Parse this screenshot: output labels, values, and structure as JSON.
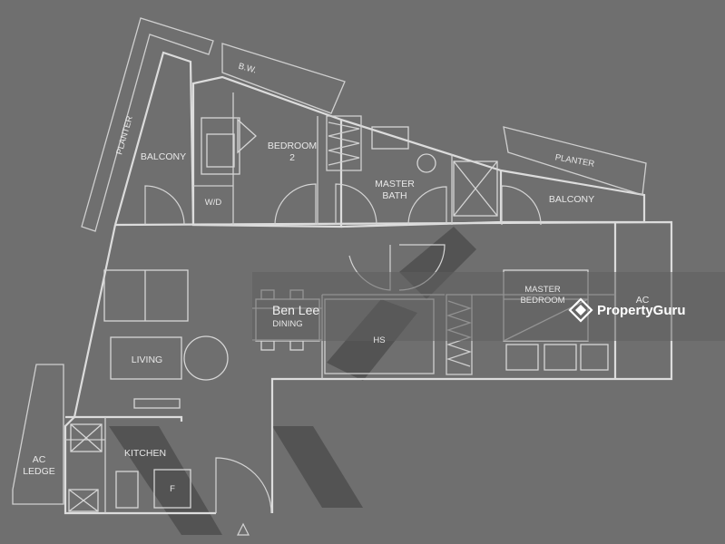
{
  "rooms": {
    "planter_left": "PLANTER",
    "bw": "B.W.",
    "balcony_left": "BALCONY",
    "bedroom2_line1": "BEDROOM",
    "bedroom2_line2": "2",
    "wd": "W/D",
    "master_bath_line1": "MASTER",
    "master_bath_line2": "BATH",
    "planter_right": "PLANTER",
    "balcony_right": "BALCONY",
    "master_bedroom_line1": "MASTER",
    "master_bedroom_line2": "BEDROOM",
    "ac_right_line1": "AC",
    "dining": "DINING",
    "hs": "HS",
    "living": "LIVING",
    "kitchen": "KITCHEN",
    "ac_ledge_line1": "AC",
    "ac_ledge_line2": "LEDGE",
    "fridge": "F"
  },
  "overlay": {
    "agent_name": "Ben Lee",
    "brand_name": "PropertyGuru"
  },
  "colors": {
    "background": "#6f6f6f",
    "lines": "#dcdcdc",
    "watermark": "#3c3c3c"
  }
}
